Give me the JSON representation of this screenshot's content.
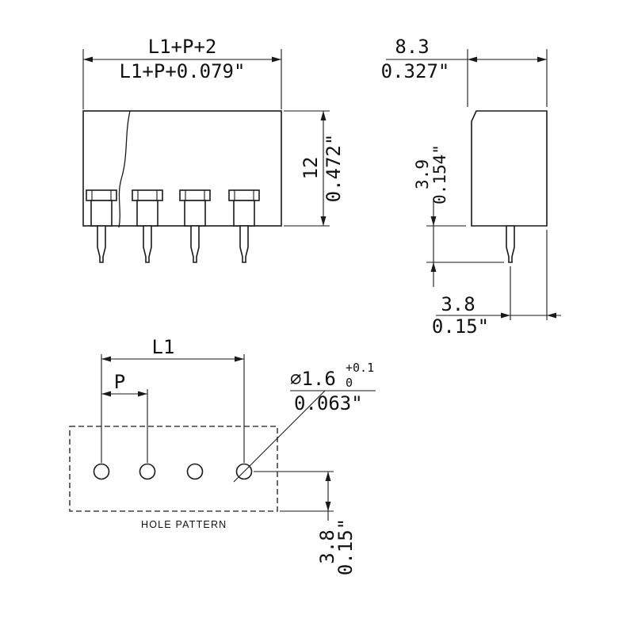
{
  "drawing": {
    "front_view": {
      "width_mm": "L1+P+2",
      "width_in": "L1+P+0.079\"",
      "height_mm": "12",
      "height_in": "0.472\""
    },
    "side_view": {
      "depth_mm": "8.3",
      "depth_in": "0.327\"",
      "pin_length_mm": "3.9",
      "pin_length_in": "0.154\"",
      "pin_to_edge_mm": "3.8",
      "pin_to_edge_in": "0.15\""
    },
    "hole_pattern": {
      "span_label": "L1",
      "pitch_label": "P",
      "hole_diameter_mm": "⌀1.6",
      "tolerance_plus": "+0.1",
      "tolerance_minus": "0",
      "hole_diameter_in": "0.063\"",
      "caption": "HOLE PATTERN",
      "edge_distance_mm": "3.8",
      "edge_distance_in": "0.15\""
    }
  }
}
